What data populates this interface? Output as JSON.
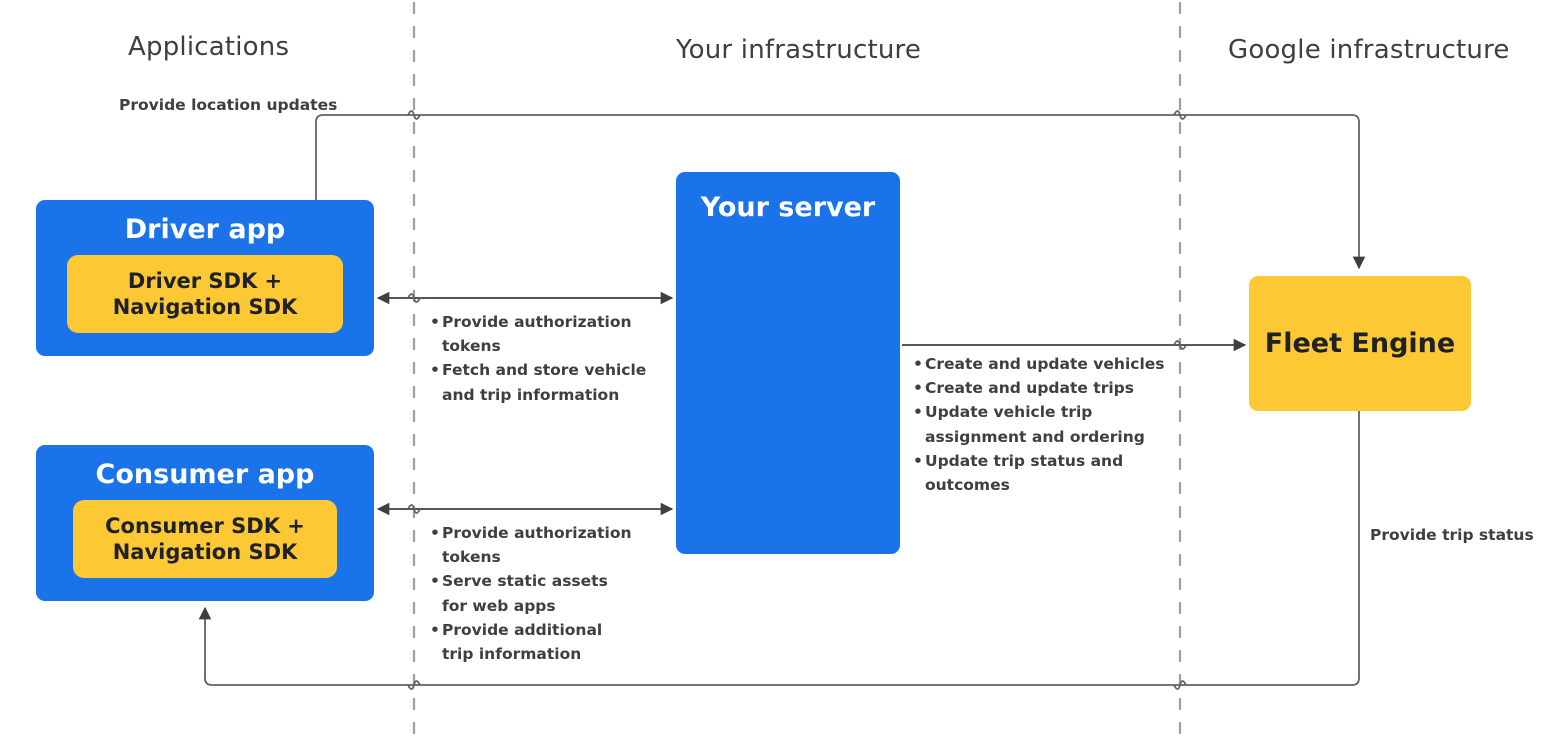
{
  "columns": [
    {
      "id": "applications",
      "label": "Applications"
    },
    {
      "id": "your-infrastructure",
      "label": "Your infrastructure"
    },
    {
      "id": "google-infrastructure",
      "label": "Google infrastructure"
    }
  ],
  "boxes": {
    "driver_app": {
      "title": "Driver app",
      "sdk_line1": "Driver SDK +",
      "sdk_line2": "Navigation SDK"
    },
    "consumer_app": {
      "title": "Consumer app",
      "sdk_line1": "Consumer SDK +",
      "sdk_line2": "Navigation SDK"
    },
    "your_server": {
      "title": "Your server"
    },
    "fleet_engine": {
      "title": "Fleet Engine"
    }
  },
  "labels": {
    "provide_location_updates": "Provide location updates",
    "provide_trip_status": "Provide trip status"
  },
  "bullet_groups": {
    "driver_to_server": [
      "Provide authorization\ntokens",
      "Fetch and store vehicle\nand trip information"
    ],
    "consumer_to_server": [
      "Provide authorization\ntokens",
      "Serve static assets\nfor web apps",
      "Provide additional\ntrip information"
    ],
    "server_to_fleet_engine": [
      "Create and update vehicles",
      "Create and update trips",
      "Update vehicle trip\nassignment and ordering",
      "Update trip status and\noutcomes"
    ]
  },
  "colors": {
    "blue": "#1a73e8",
    "yellow": "#fcc934",
    "text_dark": "#3c4043",
    "line": "#5f6368",
    "divider": "#9aa0a6",
    "background": "#ffffff"
  },
  "connections": [
    {
      "name": "driver-sdk-location-updates-to-fleet-engine",
      "from": "Driver SDK",
      "to": "Fleet Engine",
      "label": "Provide location updates"
    },
    {
      "name": "driver-sdk-to-your-server",
      "from": "Driver SDK",
      "to": "Your server",
      "direction": "bidirectional"
    },
    {
      "name": "consumer-sdk-to-your-server",
      "from": "Consumer SDK",
      "to": "Your server",
      "direction": "bidirectional"
    },
    {
      "name": "your-server-to-fleet-engine",
      "from": "Your server",
      "to": "Fleet Engine",
      "direction": "one-way"
    },
    {
      "name": "fleet-engine-to-consumer-app",
      "from": "Fleet Engine",
      "to": "Consumer app",
      "label": "Provide trip status"
    }
  ]
}
